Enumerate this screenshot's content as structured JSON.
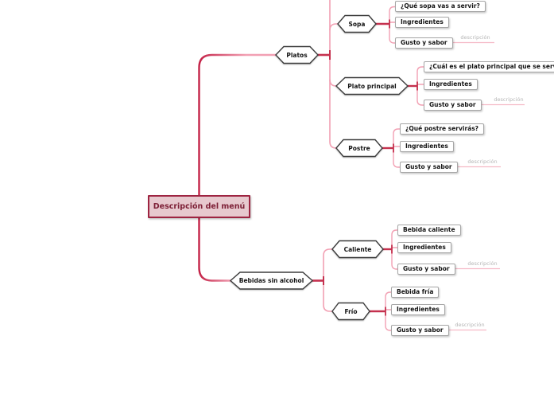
{
  "root": {
    "label": "Descripción del menú"
  },
  "colors": {
    "root_fill": "#e7c9ce",
    "root_border": "#9e2441",
    "root_text": "#7d2036",
    "edge_dark": "#c32146",
    "edge_light": "#f2a0b3",
    "edge_stub": "#c5314e",
    "edge_label_line": "#f5b9c6",
    "hex_border": "#3d3d3d",
    "box_border": "#a6a6a6"
  },
  "branches": [
    {
      "label": "Platos",
      "children": [
        {
          "label": "Sopa",
          "items": [
            "¿Qué sopa vas a servir?",
            "Ingredientes",
            "Gusto y sabor"
          ],
          "edge_label": "descripción"
        },
        {
          "label": "Plato principal",
          "items": [
            "¿Cuál es el plato principal que se servirá?",
            "Ingredientes",
            "Gusto y sabor"
          ],
          "edge_label": "descripción"
        },
        {
          "label": "Postre",
          "items": [
            "¿Qué postre servirás?",
            "Ingredientes",
            "Gusto y sabor"
          ],
          "edge_label": "descripción"
        }
      ]
    },
    {
      "label": "Bebidas sin alcohol",
      "children": [
        {
          "label": "Caliente",
          "items": [
            "Bebida caliente",
            "Ingredientes",
            "Gusto y sabor"
          ],
          "edge_label": "descripción"
        },
        {
          "label": "Frío",
          "items": [
            "Bebida fría",
            "Ingredientes",
            "Gusto y sabor"
          ],
          "edge_label": "descripción"
        }
      ]
    }
  ]
}
